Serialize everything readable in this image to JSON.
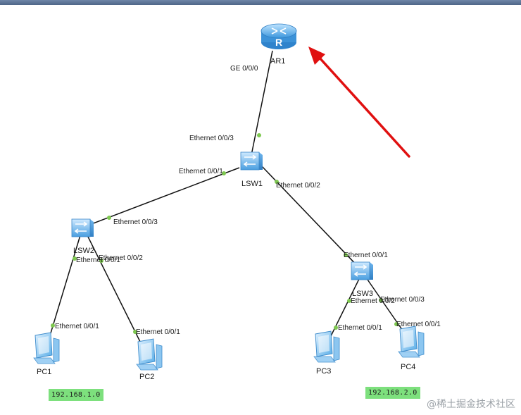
{
  "devices": {
    "ar1": "AR1",
    "lsw1": "LSW1",
    "lsw2": "LSW2",
    "lsw3": "LSW3",
    "pc1": "PC1",
    "pc2": "PC2",
    "pc3": "PC3",
    "pc4": "PC4"
  },
  "ports": {
    "ar1_ge": "GE 0/0/0",
    "lsw1_e3": "Ethernet 0/0/3",
    "lsw1_e1": "Ethernet 0/0/1",
    "lsw1_e2": "Ethernet 0/0/2",
    "lsw2_e3": "Ethernet 0/0/3",
    "lsw2_e1": "Ethernet 0/0/1",
    "lsw2_e2": "Ethernet 0/0/2",
    "pc1_e1": "Ethernet 0/0/1",
    "pc2_e1": "Ethernet 0/0/1",
    "lsw3_e1": "Ethernet 0/0/1",
    "lsw3_e2": "Ethernet 0/0/2",
    "lsw3_e3": "Ethernet 0/0/3",
    "pc3_e1": "Ethernet 0/0/1",
    "pc4_e1": "Ethernet 0/0/1"
  },
  "subnets": {
    "left": "192.168.1.0",
    "right": "192.168.2.0"
  },
  "watermark": "@稀土掘金技术社区",
  "colors": {
    "link": "#111111",
    "port_dot": "#7ec850",
    "arrow": "#e01010",
    "subnet_bg": "#7de07d"
  }
}
